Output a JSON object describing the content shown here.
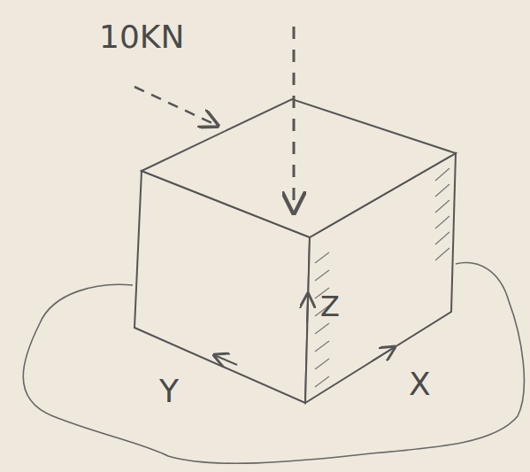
{
  "diagram": {
    "labels": [
      "10KN",
      "Z",
      "Y",
      "X"
    ]
  }
}
